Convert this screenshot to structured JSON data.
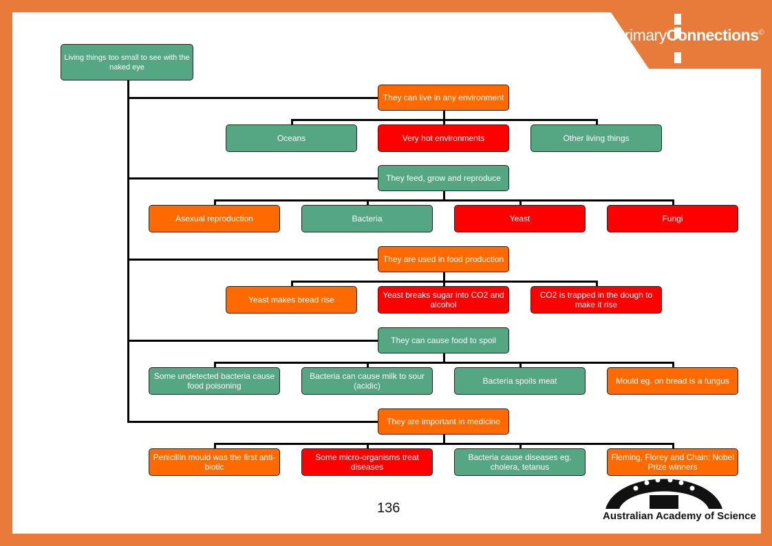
{
  "brand": {
    "primary": "Primary",
    "connections": "Connections",
    "copyright": "©"
  },
  "root": "Living things too small to see with the naked eye",
  "groups": [
    {
      "label": "They can live in any environment",
      "color": "orange",
      "items": [
        {
          "label": "Oceans",
          "color": "green"
        },
        {
          "label": "Very hot environments",
          "color": "red"
        },
        {
          "label": "Other living things",
          "color": "green"
        }
      ]
    },
    {
      "label": "They feed, grow and reproduce",
      "color": "green",
      "items": [
        {
          "label": "Asexual reproduction",
          "color": "orange"
        },
        {
          "label": "Bacteria",
          "color": "green"
        },
        {
          "label": "Yeast",
          "color": "red"
        },
        {
          "label": "Fungi",
          "color": "red"
        }
      ]
    },
    {
      "label": "They are used in food production",
      "color": "orange",
      "items": [
        {
          "label": "Yeast makes bread rise",
          "color": "orange"
        },
        {
          "label": "Yeast breaks sugar into CO2 and alcohol",
          "color": "red"
        },
        {
          "label": "CO2 is trapped in the dough to make it rise",
          "color": "red"
        }
      ]
    },
    {
      "label": "They can cause food to spoil",
      "color": "green",
      "items": [
        {
          "label": "Some undetected bacteria cause food poisoning",
          "color": "green"
        },
        {
          "label": "Bacteria can cause milk to sour (acidic)",
          "color": "green"
        },
        {
          "label": "Bacteria spoils meat",
          "color": "green"
        },
        {
          "label": "Mould eg. on bread is a fungus",
          "color": "orange"
        }
      ]
    },
    {
      "label": "They are important in medicine",
      "color": "orange",
      "items": [
        {
          "label": "Penicillin mould was the first anti-biotic",
          "color": "orange"
        },
        {
          "label": "Some micro-organisms treat diseases",
          "color": "red"
        },
        {
          "label": "Bacteria cause diseases eg. cholera, tetanus",
          "color": "green"
        },
        {
          "label": "Fleming, Florey and Chain: Nobel Prize winners",
          "color": "orange"
        }
      ]
    }
  ],
  "page_number": "136",
  "academy": "Australian Academy of Science",
  "colors": {
    "green": "#55a682",
    "orange": "#ff6a00",
    "red": "#ff0000",
    "frame": "#e87a3a"
  }
}
